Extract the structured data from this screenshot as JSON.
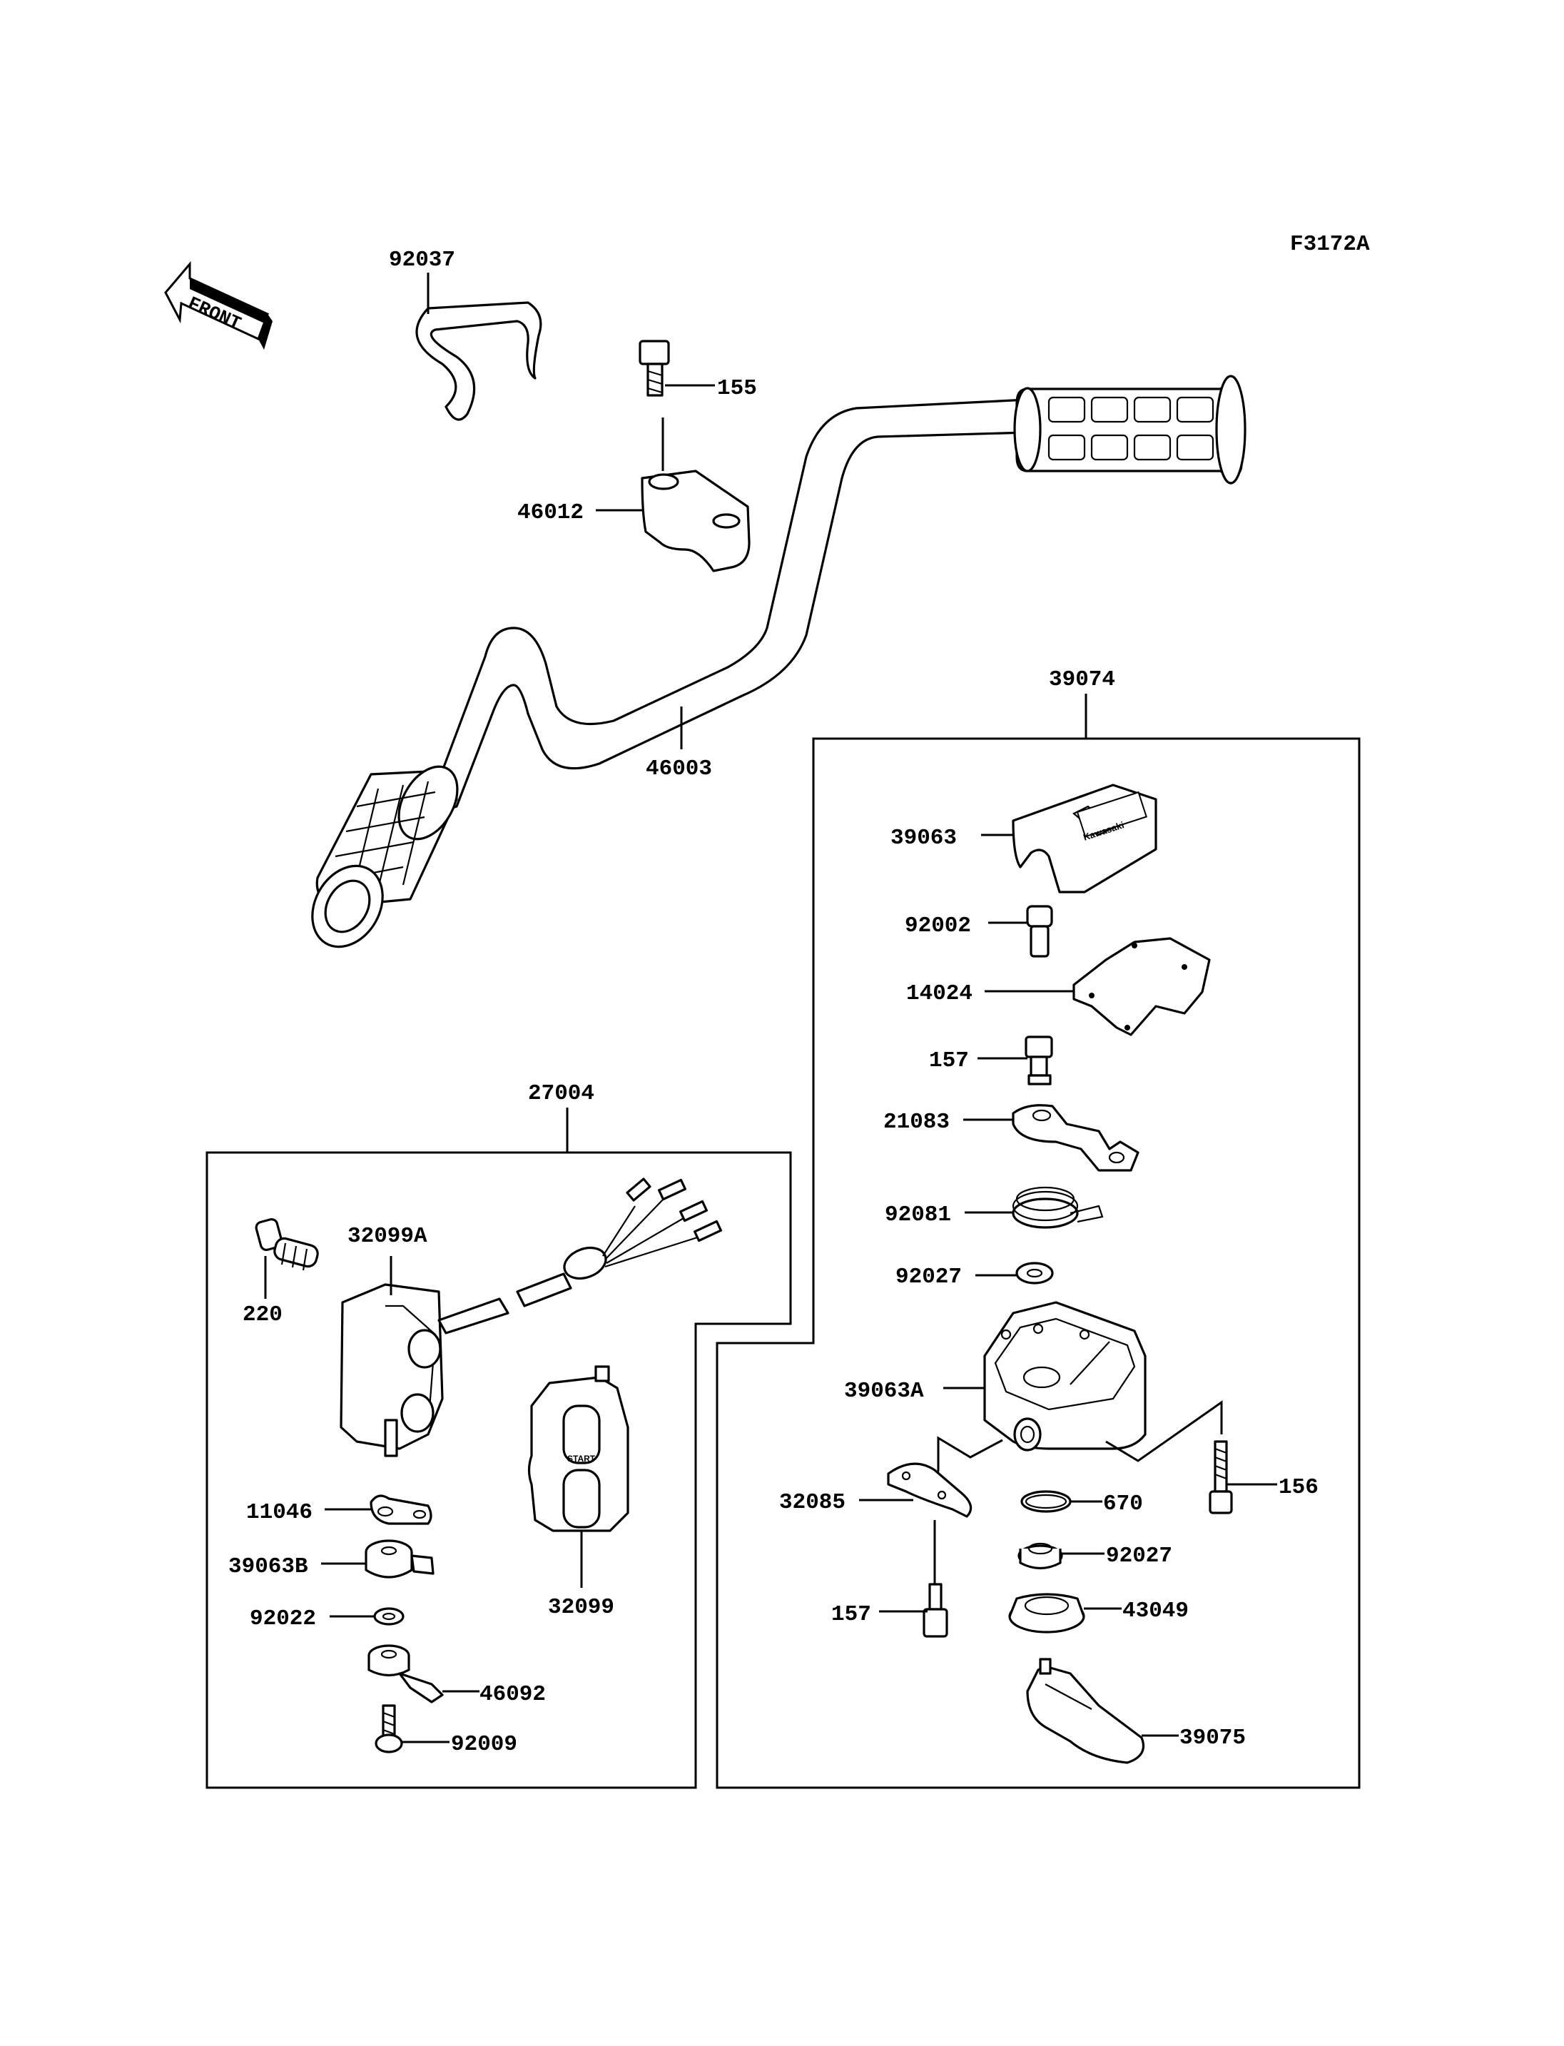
{
  "figure_code": "F3172A",
  "front_label": "FRONT",
  "kawasaki_logo_text": "Kawasaki",
  "switch_button_text": "START",
  "labels": {
    "l92037": "92037",
    "l155": "155",
    "l46012": "46012",
    "l46003": "46003",
    "l39074": "39074",
    "l39063": "39063",
    "l92002": "92002",
    "l14024": "14024",
    "l157a": "157",
    "l21083": "21083",
    "l92081": "92081",
    "l92027a": "92027",
    "l39063A": "39063A",
    "l156": "156",
    "l32085": "32085",
    "l670": "670",
    "l92027b": "92027",
    "l157b": "157",
    "l43049": "43049",
    "l39075": "39075",
    "l27004": "27004",
    "l32099A": "32099A",
    "l220": "220",
    "l11046": "11046",
    "l39063B": "39063B",
    "l92022": "92022",
    "l46092": "46092",
    "l92009": "92009",
    "l32099": "32099"
  }
}
